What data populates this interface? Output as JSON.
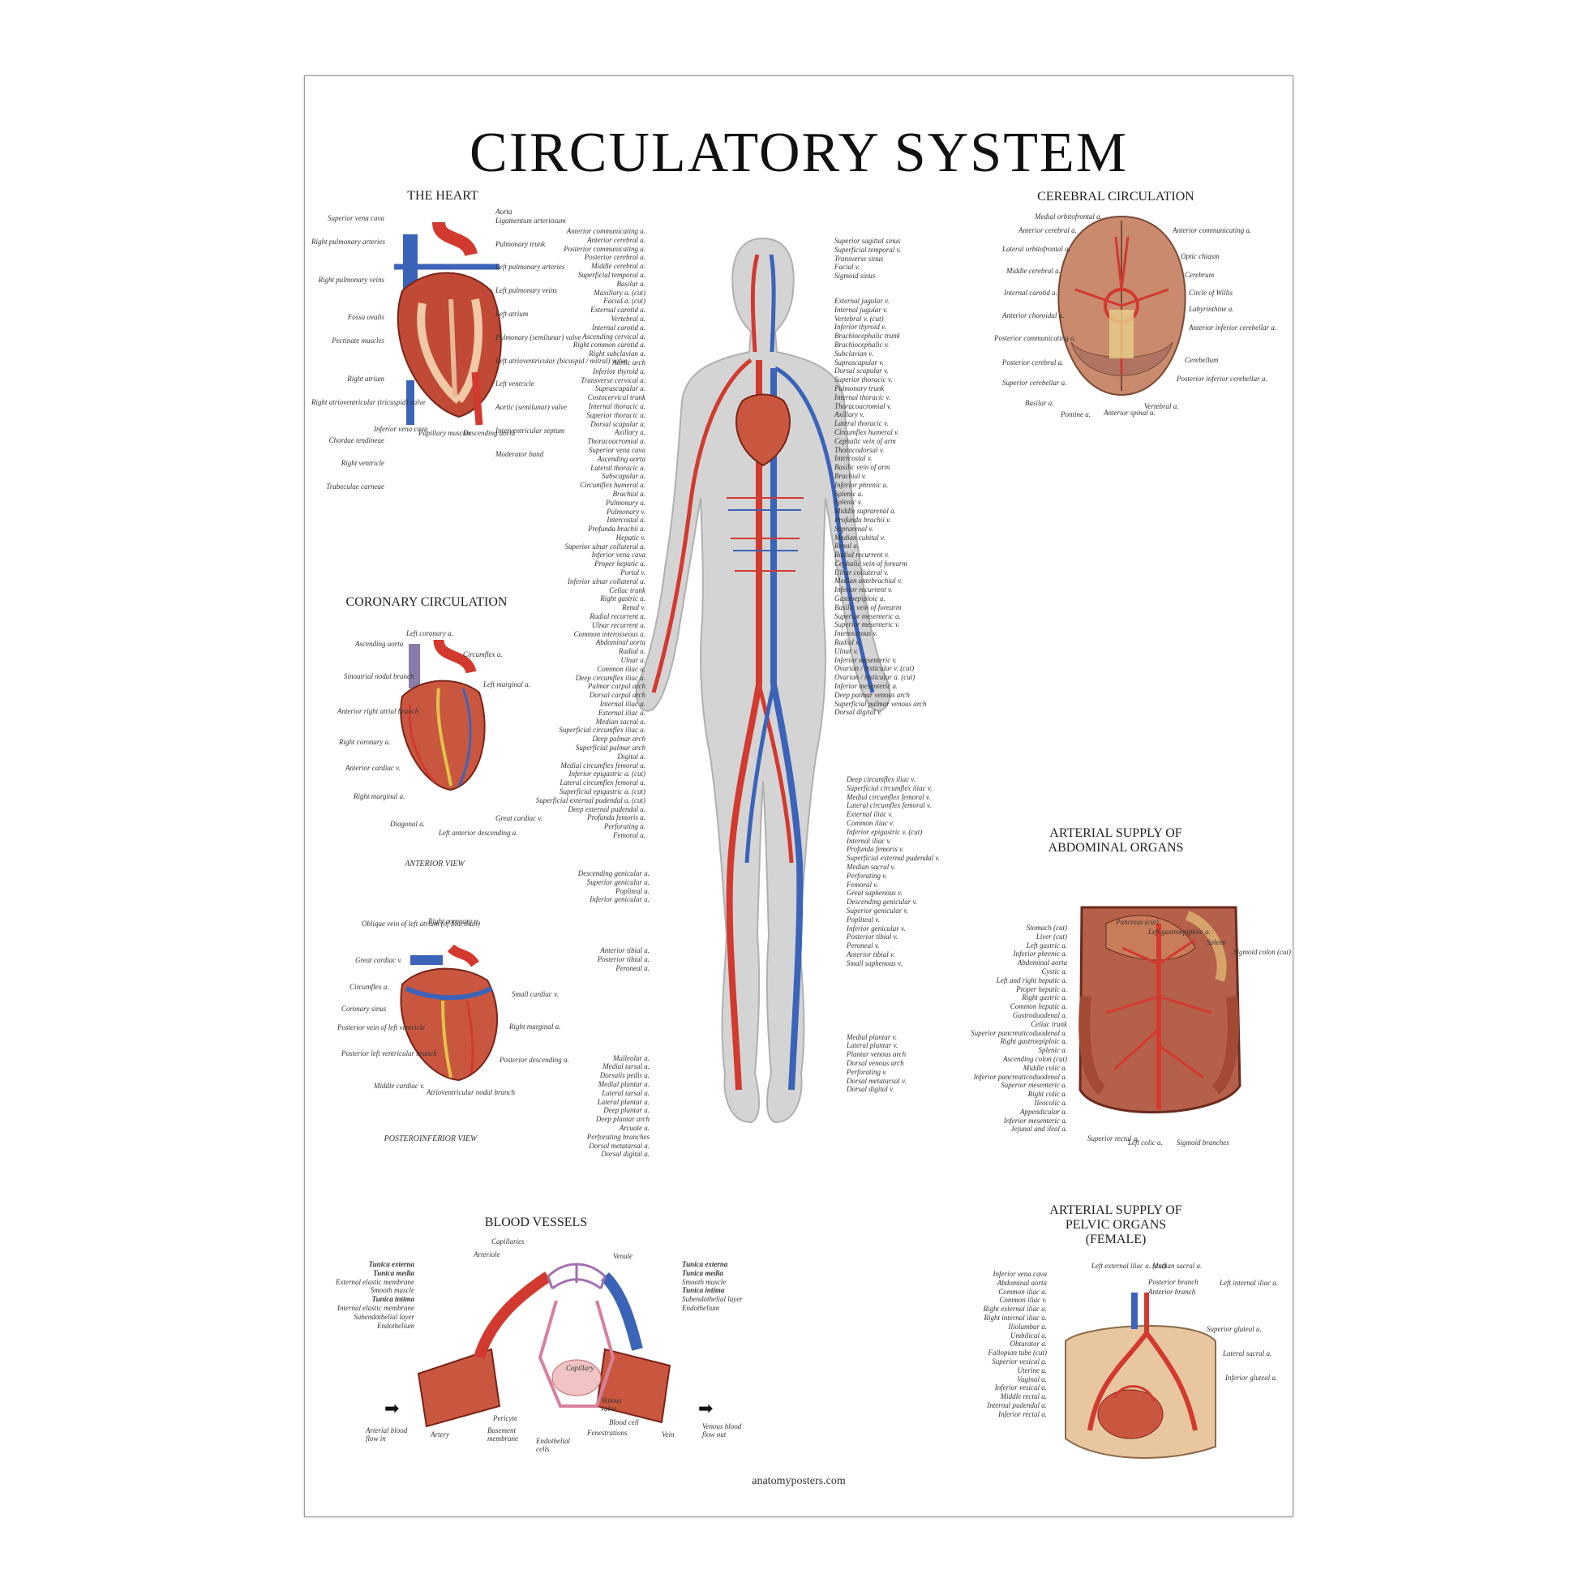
{
  "title": "CIRCULATORY SYSTEM",
  "website": "anatomyposters.com",
  "colors": {
    "artery": "#d23a2f",
    "vein": "#3b63b8",
    "body": "#cfcfcf",
    "tissue": "#b5604a",
    "brain": "#c98a6e"
  },
  "heart": {
    "title": "THE HEART",
    "labels_left": [
      "Superior vena cava",
      "Right pulmonary arteries",
      "Right pulmonary veins",
      "Fossa ovalis",
      "Pectinate muscles",
      "Right atrium",
      "Right atrioventricular (tricuspid) valve",
      "Chordae tendineae",
      "Right ventricle",
      "Trabeculae carneae"
    ],
    "labels_right": [
      "Aorta",
      "Ligamentum arteriosum",
      "Pulmonary trunk",
      "Left pulmonary arteries",
      "Left pulmonary veins",
      "Left atrium",
      "Pulmonary (semilunar) valve",
      "Left atrioventricular (bicuspid / mitral) valve",
      "Left ventricle",
      "Aortic (semilunar) valve",
      "Interventricular septum",
      "Moderator band"
    ],
    "labels_bottom": [
      "Inferior vena cava",
      "Papillary muscles",
      "Descending aorta"
    ]
  },
  "coronary": {
    "title": "CORONARY CIRCULATION",
    "anterior_view": "ANTERIOR VIEW",
    "posterior_view": "POSTEROINFERIOR VIEW",
    "anterior_labels": [
      "Left coronary a.",
      "Ascending aorta",
      "Circumflex a.",
      "Sinoatrial nodal branch",
      "Left marginal a.",
      "Anterior right atrial branch",
      "Right coronary a.",
      "Anterior cardiac v.",
      "Right marginal a.",
      "Diagonal a.",
      "Left anterior descending a.",
      "Great cardiac v."
    ],
    "posterior_labels": [
      "Oblique vein of left atrium (of Marshall)",
      "Right coronary a.",
      "Great cardiac v.",
      "Circumflex a.",
      "Small cardiac v.",
      "Coronary sinus",
      "Right marginal a.",
      "Posterior vein of left ventricle",
      "Posterior left ventricular branch",
      "Posterior descending a.",
      "Middle cardiac v.",
      "Atrioventricular nodal branch"
    ]
  },
  "cerebral": {
    "title": "CEREBRAL CIRCULATION",
    "labels_left": [
      "Medial orbitofrontal a.",
      "Anterior cerebral a.",
      "Lateral orbitofrontal a.",
      "Middle cerebral a.",
      "Internal carotid a.",
      "Anterior choroidal a.",
      "Posterior communicating a.",
      "Posterior cerebral a.",
      "Superior cerebellar a.",
      "Basilar a.",
      "Pontine a.",
      "Anterior spinal a."
    ],
    "labels_right": [
      "Anterior communicating a.",
      "Optic chiasm",
      "Cerebrum",
      "Circle of Willis",
      "Labyrinthine a.",
      "Anterior inferior cerebellar a.",
      "Cerebellum",
      "Posterior inferior cerebellar a.",
      "Vertebral a."
    ]
  },
  "body": {
    "labels_left": [
      "Anterior communicating a.",
      "Anterior cerebral a.",
      "Posterior communicating a.",
      "Posterior cerebral a.",
      "Middle cerebral a.",
      "Superficial temporal a.",
      "Basilar a.",
      "Maxillary a. (cut)",
      "Facial a. (cut)",
      "External carotid a.",
      "Vertebral a.",
      "Internal carotid a.",
      "Ascending cervical a.",
      "Right common carotid a.",
      "Right subclavian a.",
      "Aortic arch",
      "Inferior thyroid a.",
      "Transverse cervical a.",
      "Suprascapular a.",
      "Costocervical trunk",
      "Internal thoracic a.",
      "Superior thoracic a.",
      "Dorsal scapular a.",
      "Axillary a.",
      "Thoracoacromial a.",
      "Superior vena cava",
      "Ascending aorta",
      "Lateral thoracic a.",
      "Subscapular a.",
      "Circumflex humeral a.",
      "Brachial a.",
      "Pulmonary a.",
      "Pulmonary v.",
      "Intercostal a.",
      "Profunda brachii a.",
      "Hepatic v.",
      "Superior ulnar collateral a.",
      "Inferior vena cava",
      "Proper hepatic a.",
      "Portal v.",
      "Inferior ulnar collateral a.",
      "Celiac trunk",
      "Right gastric a.",
      "Renal v.",
      "Radial recurrent a.",
      "Ulnar recurrent a.",
      "Common interosseous a.",
      "Abdominal aorta",
      "Radial a.",
      "Ulnar a.",
      "Common iliac a.",
      "Deep circumflex iliac a.",
      "Palmar carpal arch",
      "Dorsal carpal arch",
      "Internal iliac a.",
      "External iliac a.",
      "Median sacral a.",
      "Superficial circumflex iliac a.",
      "Deep palmar arch",
      "Superficial palmar arch",
      "Digital a.",
      "Medial circumflex femoral a.",
      "Inferior epigastric a. (cut)",
      "Lateral circumflex femoral a.",
      "Superficial epigastric a. (cut)",
      "Superficial external pudendal a. (cut)",
      "Deep external pudendal a.",
      "Profunda femoris a.",
      "Perforating a.",
      "Femoral a."
    ],
    "labels_left_lower": [
      "Descending genicular a.",
      "Superior genicular a.",
      "Popliteal a.",
      "Inferior genicular a.",
      "Anterior tibial a.",
      "Posterior tibial a.",
      "Peroneal a.",
      "Malleolar a.",
      "Medial tarsal a.",
      "Dorsalis pedis a.",
      "Medial plantar a.",
      "Lateral tarsal a.",
      "Lateral plantar a.",
      "Deep plantar a.",
      "Deep plantar arch",
      "Arcuate a.",
      "Perforating branches",
      "Dorsal metatarsal a.",
      "Dorsal digital a."
    ],
    "labels_right": [
      "Superior sagittal sinus",
      "Superficial temporal v.",
      "Transverse sinus",
      "Facial v.",
      "Sigmoid sinus",
      "External jugular v.",
      "Internal jugular v.",
      "Vertebral v. (cut)",
      "Inferior thyroid v.",
      "Brachiocephalic trunk",
      "Brachiocephalic v.",
      "Subclavian v.",
      "Suprascapular v.",
      "Dorsal scapular v.",
      "Superior thoracic v.",
      "Pulmonary trunk",
      "Internal thoracic v.",
      "Thoracoacromial v.",
      "Axillary v.",
      "Lateral thoracic v.",
      "Circumflex humeral v.",
      "Cephalic vein of arm",
      "Thoracodorsal v.",
      "Intercostal v.",
      "Basilic vein of arm",
      "Brachial v.",
      "Inferior phrenic a.",
      "Splenic a.",
      "Splenic v.",
      "Middle suprarenal a.",
      "Profunda brachii v.",
      "Suprarenal v.",
      "Median cubital v.",
      "Renal a.",
      "Radial recurrent v.",
      "Cephalic vein of forearm",
      "Ulnar collateral v.",
      "Median antebrachial v.",
      "Inferior recurrent v.",
      "Gastroepiploic a.",
      "Basilic vein of forearm",
      "Superior mesenteric a.",
      "Superior mesenteric v.",
      "Interosseous v.",
      "Radial v.",
      "Ulnar v.",
      "Inferior mesenteric v.",
      "Ovarian / testicular v. (cut)",
      "Ovarian / testicular a. (cut)",
      "Inferior mesenteric a.",
      "Deep palmar venous arch",
      "Superficial palmar venous arch",
      "Dorsal digital v."
    ],
    "labels_right_lower": [
      "Deep circumflex iliac v.",
      "Superficial circumflex iliac v.",
      "Medial circumflex femoral v.",
      "Lateral circumflex femoral v.",
      "External iliac v.",
      "Common iliac v.",
      "Inferior epigastric v. (cut)",
      "Internal iliac v.",
      "Profunda femoris v.",
      "Superficial external pudendal v.",
      "Median sacral v.",
      "Perforating v.",
      "Femoral v.",
      "Great saphenous v.",
      "Descending genicular v.",
      "Superior genicular v.",
      "Popliteal v.",
      "Inferior genicular v.",
      "Posterior tibial v.",
      "Peroneal v.",
      "Anterior tibial v.",
      "Small saphenous v.",
      "Medial plantar v.",
      "Lateral plantar v.",
      "Plantar venous arch",
      "Dorsal venous arch",
      "Perforating v.",
      "Dorsal metatarsal v.",
      "Dorsal digital v."
    ]
  },
  "abdominal": {
    "title_line1": "ARTERIAL SUPPLY OF",
    "title_line2": "ABDOMINAL ORGANS",
    "labels_left": [
      "Stomach (cut)",
      "Liver (cut)",
      "Left gastric a.",
      "Inferior phrenic a.",
      "Abdominal aorta",
      "Cystic a.",
      "Left and right hepatic a.",
      "Proper hepatic a.",
      "Right gastric a.",
      "Common hepatic a.",
      "Gastroduodenal a.",
      "Celiac trunk",
      "Superior pancreaticoduodenal a.",
      "Right gastroepiploic a.",
      "Splenic a.",
      "Ascending colon (cut)",
      "Middle colic a.",
      "Inferior pancreaticoduodenal a.",
      "Superior mesenteric a.",
      "Right colic a.",
      "Ileocolic a.",
      "Appendicular a.",
      "Inferior mesenteric a.",
      "Jejunal and ileal a."
    ],
    "labels_top": [
      "Pancreas (cut)",
      "Left gastroepiploic a.",
      "Spleen",
      "Sigmoid colon (cut)"
    ],
    "labels_bottom": [
      "Superior rectal a.",
      "Left colic a.",
      "Sigmoid branches"
    ]
  },
  "pelvic": {
    "title_line1": "ARTERIAL SUPPLY OF",
    "title_line2": "PELVIC ORGANS",
    "title_line3": "(FEMALE)",
    "labels_left": [
      "Inferior vena cava",
      "Abdominal aorta",
      "Common iliac a.",
      "Common iliac v.",
      "Right external iliac a.",
      "Right internal iliac a.",
      "Iliolumbar a.",
      "Umbilical a.",
      "Obturator a.",
      "Fallopian tube (cut)",
      "Superior vesical a.",
      "Uterine a.",
      "Vaginal a.",
      "Inferior vesical a.",
      "Middle rectal a.",
      "Internal pudendal a.",
      "Inferior rectal a."
    ],
    "labels_top": [
      "Left external iliac a. (cut)",
      "Median sacral a.",
      "Posterior branch",
      "Anterior branch",
      "Left internal iliac a."
    ],
    "labels_right": [
      "Superior gluteal a.",
      "Lateral sacral a.",
      "Inferior gluteal a."
    ]
  },
  "vessels": {
    "title": "BLOOD VESSELS",
    "capillaries": "Capillaries",
    "arteriole": "Arteriole",
    "venule": "Venule",
    "artery_layers": [
      "Tunica externa",
      "Tunica media",
      "External elastic membrane",
      "Smooth muscle",
      "Tunica intima",
      "Internal elastic membrane",
      "Subendothelial layer",
      "Endothelium"
    ],
    "vein_layers": [
      "Tunica externa",
      "Tunica media",
      "Smooth muscle",
      "Tunica intima",
      "Subendothelial layer",
      "Endothelium"
    ],
    "capillary": "Capillary",
    "bottom_labels": [
      "Arterial blood flow in",
      "Artery",
      "Pericyte",
      "Basement membrane",
      "Endothelial cells",
      "Venous valve",
      "Blood cell",
      "Fenestrations",
      "Vein",
      "Venous blood flow out"
    ]
  }
}
